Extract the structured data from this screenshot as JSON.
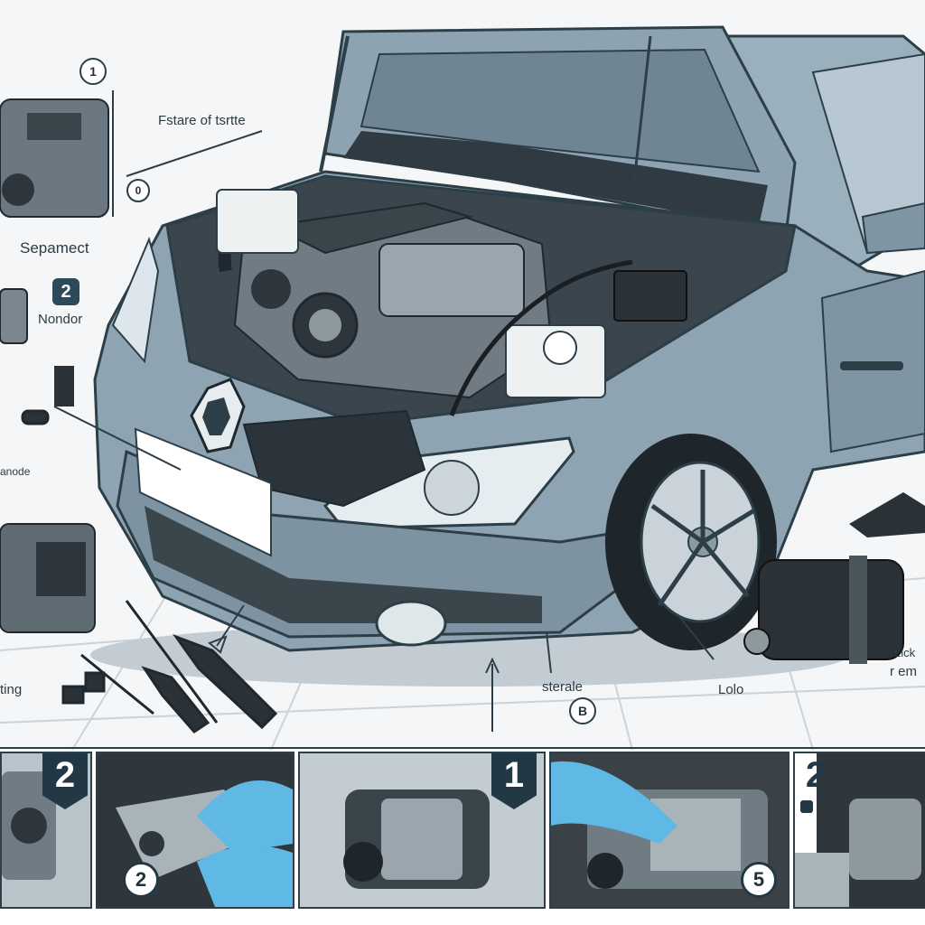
{
  "labels": {
    "top_callout": "Fstare of tsrtte",
    "separator": "Sepamect",
    "nondor": "Nondor",
    "anode": "anode",
    "ting": "ting",
    "sterale": "sterale",
    "lolo": "Lolo",
    "right_a": "Lick",
    "right_b": "r em"
  },
  "badges": {
    "top_left_1": "1",
    "upper_0": "0",
    "side_2": "2",
    "b_marker": "B"
  },
  "steps": [
    {
      "tag": "2",
      "circle": ""
    },
    {
      "tag": "",
      "circle": "2"
    },
    {
      "tag": "1",
      "circle": ""
    },
    {
      "tag": "",
      "circle": "5"
    },
    {
      "tag": "2",
      "circle": ""
    }
  ],
  "colors": {
    "car_body": "#8fa4b2",
    "car_dark": "#5f7482",
    "glove_blue": "#5fb9e4",
    "ink": "#22313a",
    "tag_dark": "#223844"
  }
}
